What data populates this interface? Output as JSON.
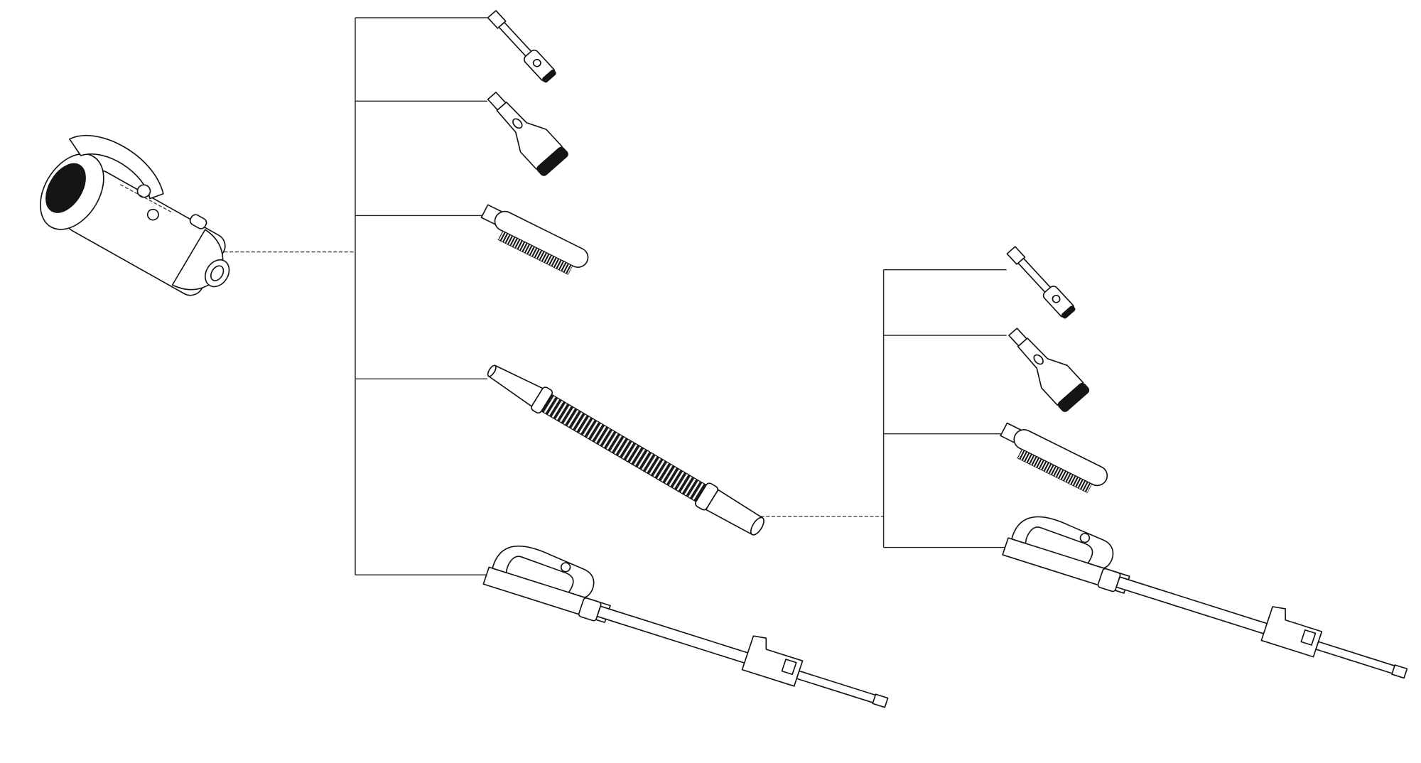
{
  "diagram": {
    "kind": "patent-style accessory tree",
    "root": "handheld-vacuum-unit",
    "first_level": [
      "crevice-tool",
      "brush-nozzle",
      "dusting-brush",
      "flexible-hose",
      "extension-wand"
    ],
    "hose_level": [
      "crevice-tool",
      "brush-nozzle",
      "dusting-brush",
      "extension-wand"
    ],
    "colors": {
      "line": "#222222",
      "background": "#ffffff",
      "shading": "#151515"
    }
  }
}
